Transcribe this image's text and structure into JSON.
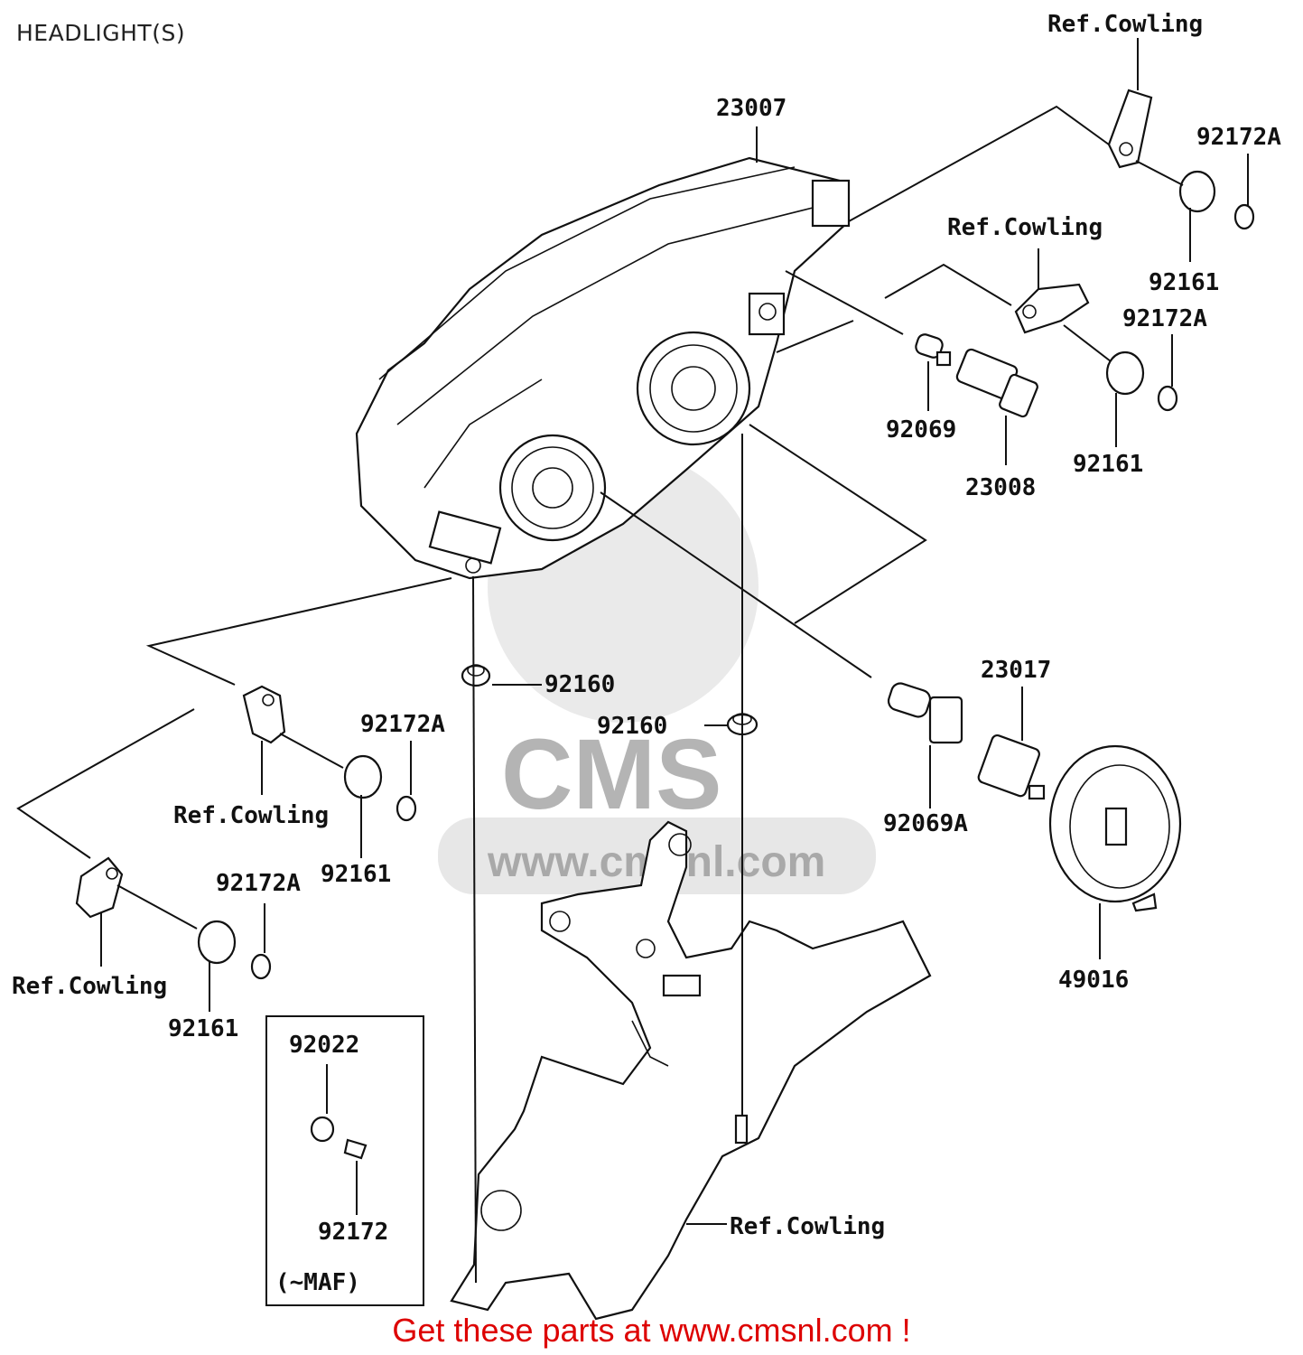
{
  "title": "HEADLIGHT(S)",
  "footer": "Get these parts at www.cmsnl.com !",
  "watermark": {
    "brand": "CMS",
    "url": "www.cmsnl.com"
  },
  "callouts": {
    "p23007": "23007",
    "p92172a_1": "92172A",
    "p92161_1": "92161",
    "p92172a_2": "92172A",
    "p92161_2": "92161",
    "p92069": "92069",
    "p23008": "23008",
    "p92160_1": "92160",
    "p92160_2": "92160",
    "p23017": "23017",
    "p92069a": "92069A",
    "p49016": "49016",
    "p92172a_3": "92172A",
    "p92161_3": "92161",
    "p92172a_4": "92172A",
    "p92161_4": "92161",
    "p92022": "92022",
    "p92172": "92172",
    "maf": "(~MAF)"
  },
  "refs": {
    "cowling_1": "Ref.Cowling",
    "cowling_2": "Ref.Cowling",
    "cowling_3": "Ref.Cowling",
    "cowling_4": "Ref.Cowling",
    "cowling_5": "Ref.Cowling"
  }
}
